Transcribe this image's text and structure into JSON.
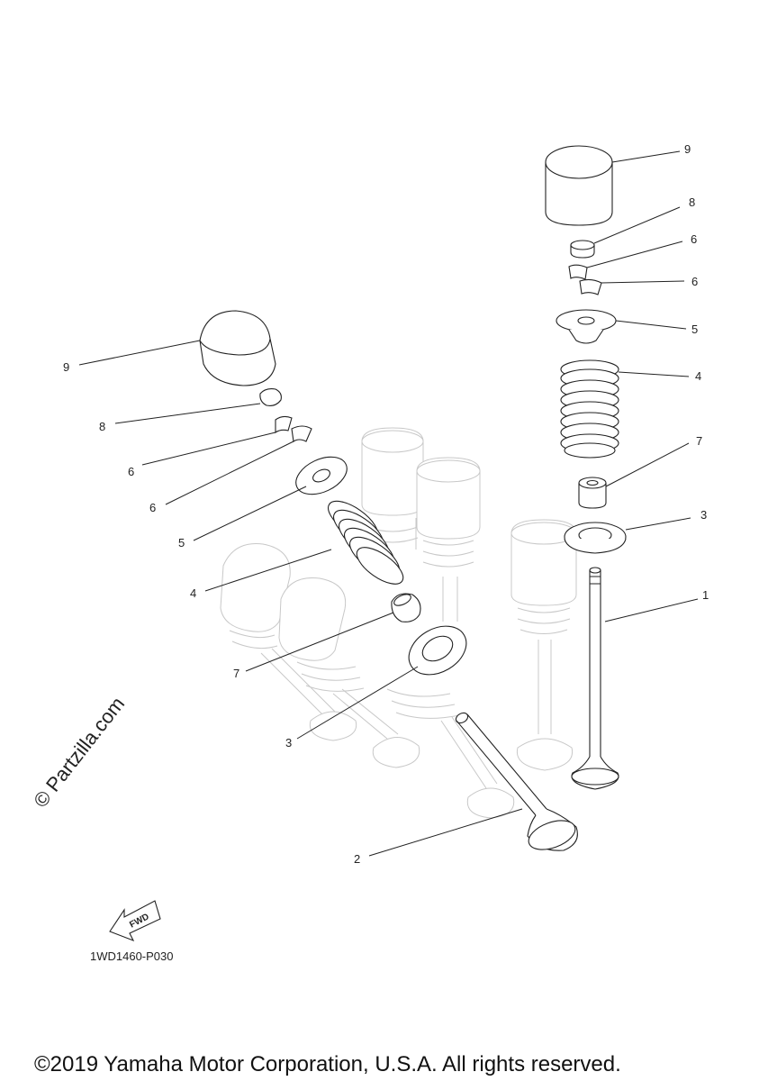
{
  "diagram": {
    "diagram_code": "1WD1460-P030",
    "watermark": "© Partzilla.com",
    "copyright": "©2019 Yamaha Motor Corporation, U.S.A. All rights reserved.",
    "fwd_label": "FWD",
    "callouts": {
      "c1": "1",
      "c2": "2",
      "c3r": "3",
      "c3l": "3",
      "c4r": "4",
      "c4l": "4",
      "c5r": "5",
      "c5l": "5",
      "c6r_upper": "6",
      "c6r_lower": "6",
      "c6l_upper": "6",
      "c6l_lower": "6",
      "c7r": "7",
      "c7l": "7",
      "c8r": "8",
      "c8l": "8",
      "c9r": "9",
      "c9l": "9"
    }
  }
}
